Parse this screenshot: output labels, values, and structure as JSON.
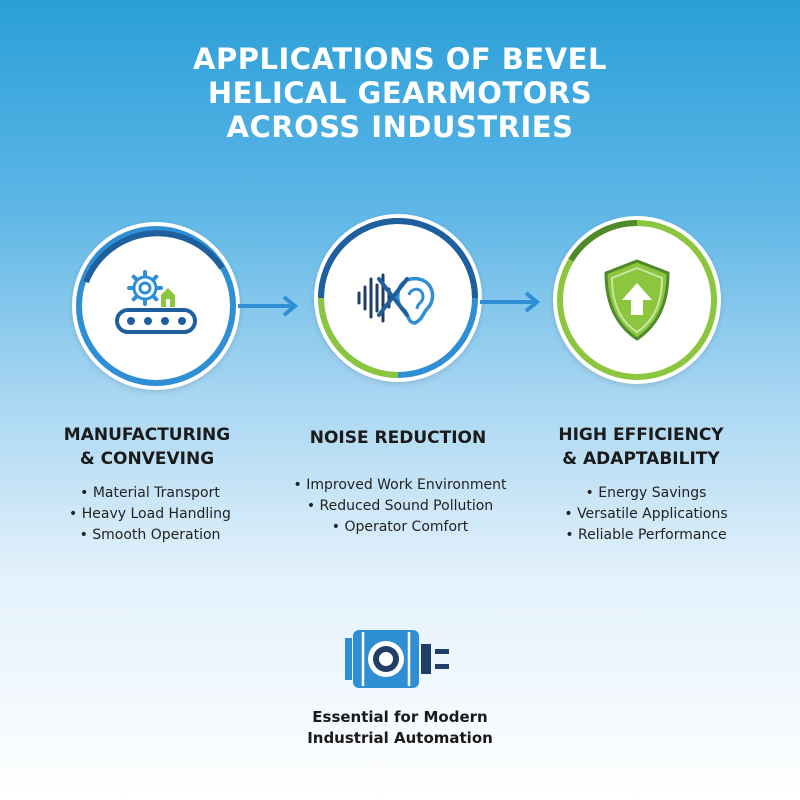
{
  "title": {
    "line1": "APPLICATIONS OF BEVEL",
    "line2": "HELICAL GEARMOTORS",
    "line3": "ACROSS INDUSTRIES"
  },
  "columns": [
    {
      "icon": "gear-conveyor-icon",
      "title_line1": "MANUFACTURING",
      "title_line2": "& CONVEVING",
      "bullets": [
        "Material Transport",
        "Heavy Load Handling",
        "Smooth Operation"
      ]
    },
    {
      "icon": "noise-reduction-ear-icon",
      "title_line1": "NOISE REDUCTION",
      "bullets": [
        "Improved Work Environment",
        "Reduced Sound Pollution",
        "Operator Comfort"
      ]
    },
    {
      "icon": "shield-arrow-icon",
      "title_line1": "HIGH EFFICIENCY",
      "title_line2": "& ADAPTABILITY",
      "bullets": [
        "Energy Savings",
        "Versatile Applications",
        "Reliable Performance"
      ]
    }
  ],
  "footer": {
    "icon": "motor-icon",
    "line1": "Essential for Modern",
    "line2": "Industrial Automation"
  },
  "colors": {
    "blue": "#2f8fd4",
    "dark_blue": "#1f5f9e",
    "green": "#8cc63f",
    "dark_green": "#4e8a2a"
  }
}
